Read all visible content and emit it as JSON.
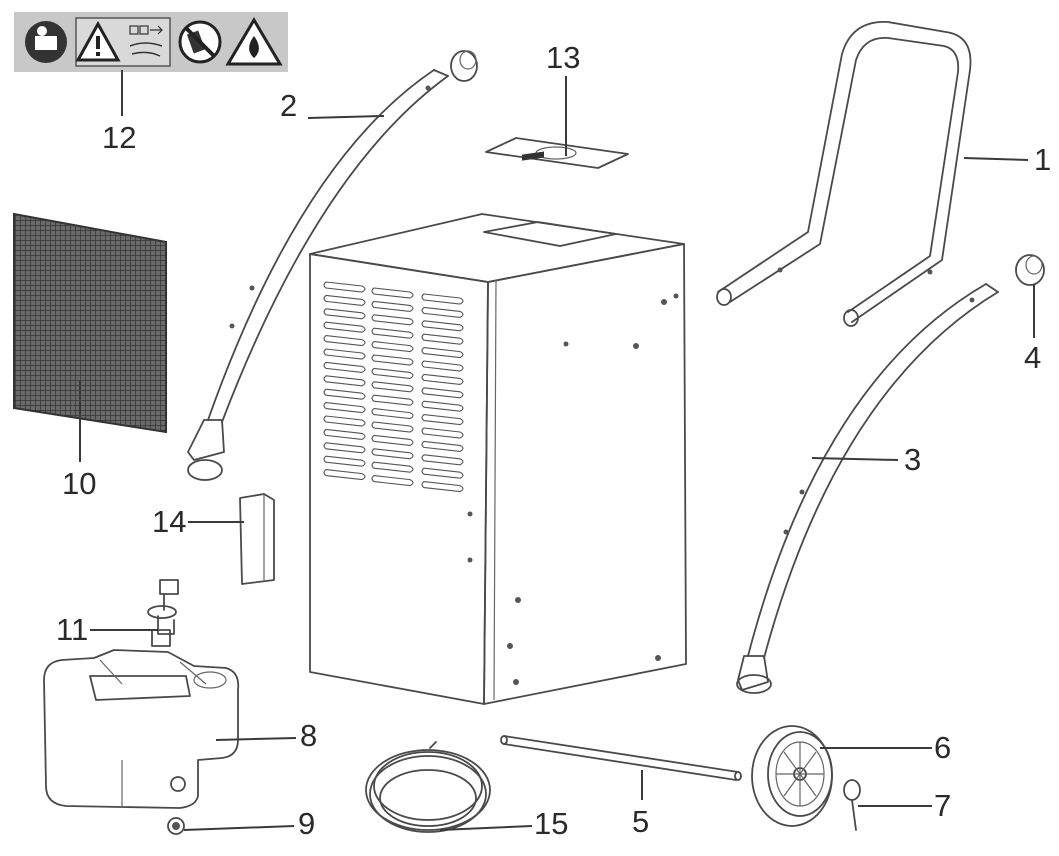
{
  "diagram": {
    "type": "exploded-parts-view",
    "callouts": {
      "c1": "1",
      "c2": "2",
      "c3": "3",
      "c4": "4",
      "c5": "5",
      "c6": "6",
      "c7": "7",
      "c8": "8",
      "c9": "9",
      "c10": "10",
      "c11": "11",
      "c12": "12",
      "c13": "13",
      "c14": "14",
      "c15": "15"
    },
    "warning_label_icons": [
      "read-manual-icon",
      "warning-triangle-icon",
      "instruction-symbols-icon",
      "no-tilt-icon",
      "flammable-warning-icon"
    ],
    "colors": {
      "line": "#4a4a4a",
      "label_bg": "#c8c8c8",
      "filter": "#4a4a4a"
    }
  }
}
